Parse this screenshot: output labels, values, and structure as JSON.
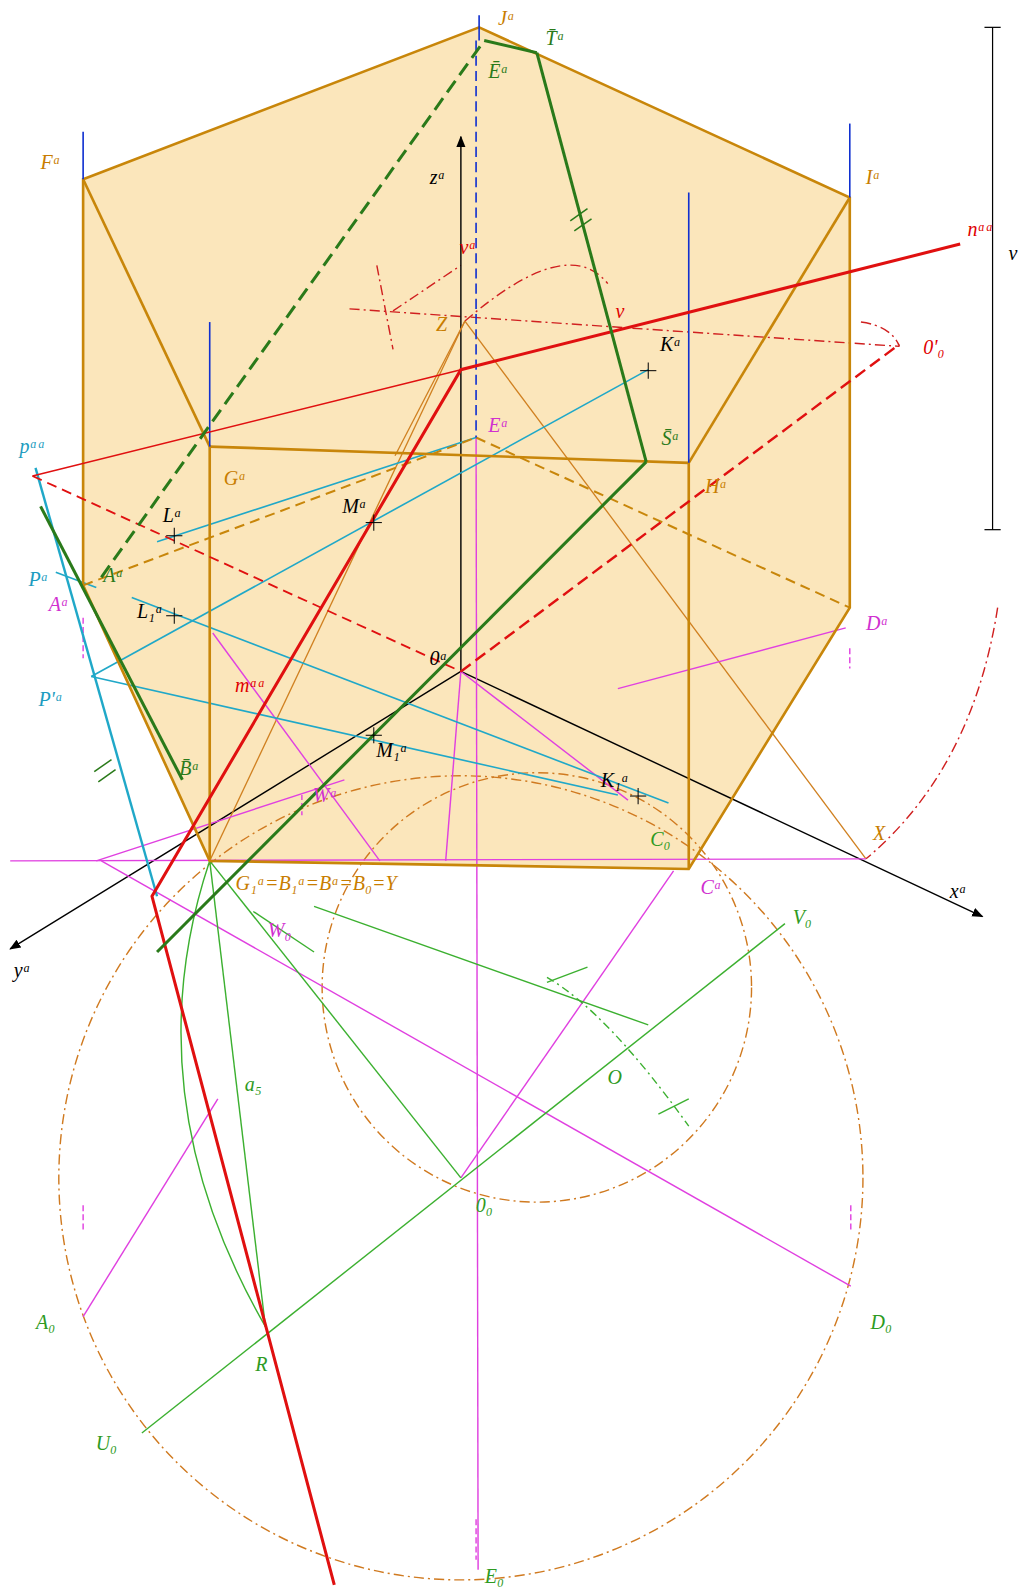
{
  "diagram": {
    "labels": [
      "Jᵃ",
      "T̄ᵃ",
      "Ēᵃ",
      "Fᵃ",
      "Iᵃ",
      "zᵃ",
      "v",
      "nᵅᵃ",
      "vᵃ",
      "Z",
      "v",
      "0'₀",
      "Kᵃ",
      "Eᵃ",
      "S̄ᵃ",
      "Gᵃ",
      "Hᵃ",
      "pᵅᵃ",
      "Lᵃ",
      "Mᵃ",
      "Pᵃ",
      "Aᵃ",
      "Aᵃ",
      "L₁ᵃ",
      "Dᵃ",
      "mᵅᵃ",
      "0ᵃ",
      "P'ᵃ",
      "M₁ᵃ",
      "B̄ᵃ",
      "Wᵃ",
      "K₁ᵃ",
      "C₀",
      "X",
      "Cᵃ",
      "xᵃ",
      "G₁ᵃ=B₁ᵃ=Bᵃ=B₀=Y",
      "V₀",
      "W₀",
      "yᵃ",
      "O",
      "a₅",
      "0₀",
      "A₀",
      "D₀",
      "R",
      "U₀",
      "E₀"
    ]
  }
}
